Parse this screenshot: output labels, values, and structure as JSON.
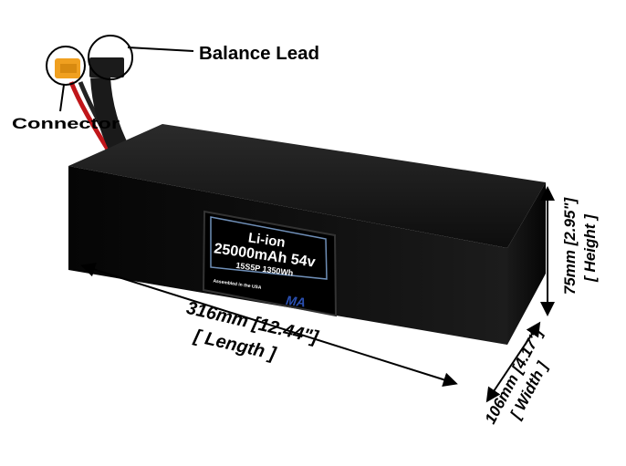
{
  "callouts": {
    "balance_lead": "Balance Lead",
    "connector": "Connector"
  },
  "label": {
    "chemistry": "Li-ion",
    "capacity_voltage": "25000mAh 54v",
    "config_energy": "15S5P 1350Wh",
    "assembled": "Assembled in the USA",
    "logo": "MA"
  },
  "dimensions": {
    "length": "316mm [12.44\"]",
    "length_label": "[ Length ]",
    "height": "75mm [2.95\"]",
    "height_label": "[ Height ]",
    "width": "106mm [4.17\"]",
    "width_label": "[ Width ]"
  },
  "colors": {
    "battery": "#0a0a0a",
    "connector": "#f0a020",
    "wire_red": "#c0161a",
    "label_border": "#6f8fb8",
    "logo": "#2a4fb0"
  }
}
